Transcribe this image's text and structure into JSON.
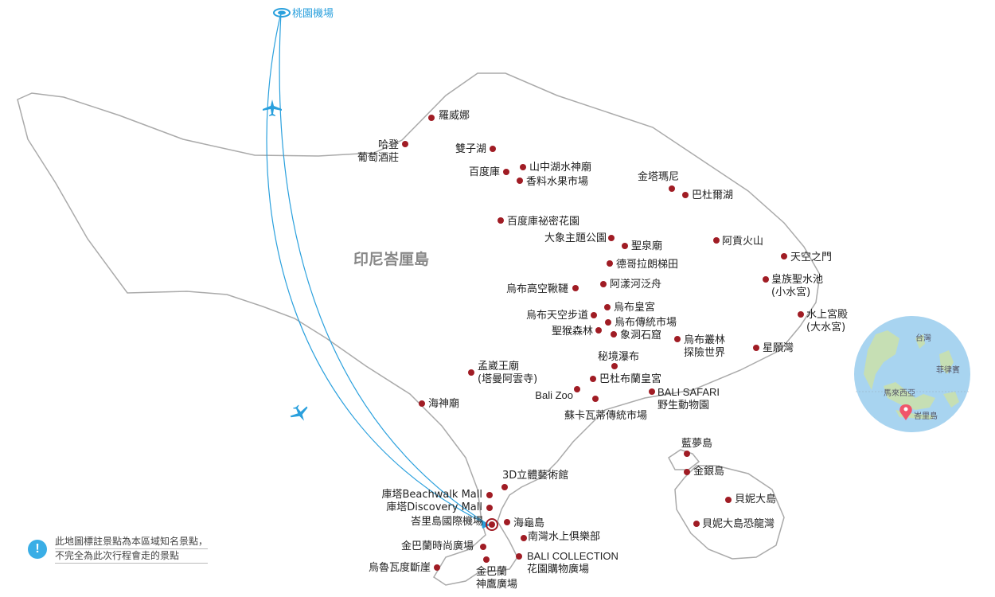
{
  "map": {
    "region_title": "印尼峇厘島",
    "origin_airport": "桃園機場",
    "places": [
      {
        "id": "luowei",
        "lines": [
          "羅威娜"
        ]
      },
      {
        "id": "hadeng",
        "lines": [
          "哈登",
          "葡萄酒莊"
        ]
      },
      {
        "id": "shuangzi",
        "lines": [
          "雙子湖"
        ]
      },
      {
        "id": "baiduku",
        "lines": [
          "百度庫"
        ]
      },
      {
        "id": "shanzhong",
        "lines": [
          "山中湖水神廟"
        ]
      },
      {
        "id": "xiangliao",
        "lines": [
          "香料水果市場"
        ]
      },
      {
        "id": "jinta",
        "lines": [
          "金塔瑪尼"
        ]
      },
      {
        "id": "baduer",
        "lines": [
          "巴杜爾湖"
        ]
      },
      {
        "id": "mimi",
        "lines": [
          "百度庫祕密花園"
        ]
      },
      {
        "id": "daxiang",
        "lines": [
          "大象主題公園"
        ]
      },
      {
        "id": "shengquan",
        "lines": [
          "聖泉廟"
        ]
      },
      {
        "id": "agong",
        "lines": [
          "阿貢火山"
        ]
      },
      {
        "id": "tiankong",
        "lines": [
          "天空之門"
        ]
      },
      {
        "id": "tigelang",
        "lines": [
          "德哥拉朗梯田"
        ]
      },
      {
        "id": "huangzu",
        "lines": [
          "皇族聖水池",
          "(小水宮)"
        ]
      },
      {
        "id": "gaokong",
        "lines": [
          "烏布高空鞦韆"
        ]
      },
      {
        "id": "ayanghe",
        "lines": [
          "阿漾河泛舟"
        ]
      },
      {
        "id": "huanggong",
        "lines": [
          "烏布皇宮"
        ]
      },
      {
        "id": "tiankongbu",
        "lines": [
          "烏布天空步道"
        ]
      },
      {
        "id": "chuantong",
        "lines": [
          "烏布傳統市場"
        ]
      },
      {
        "id": "shuishang",
        "lines": [
          "水上宮殿",
          "(大水宮)"
        ]
      },
      {
        "id": "shenghou",
        "lines": [
          "聖猴森林"
        ]
      },
      {
        "id": "xiangdong",
        "lines": [
          "象洞石窟"
        ]
      },
      {
        "id": "conglin",
        "lines": [
          "烏布叢林",
          "探險世界"
        ]
      },
      {
        "id": "xingyuan",
        "lines": [
          "星願灣"
        ]
      },
      {
        "id": "mijing",
        "lines": [
          "秘境瀑布"
        ]
      },
      {
        "id": "mengsui",
        "lines": [
          "孟崴王廟",
          "(塔曼阿雲寺)"
        ]
      },
      {
        "id": "badubulan",
        "lines": [
          "巴杜布蘭皇宮"
        ]
      },
      {
        "id": "balizoo",
        "lines": [
          "Bali Zoo"
        ]
      },
      {
        "id": "safari",
        "lines": [
          "BALI SAFARI",
          "野生動物園"
        ]
      },
      {
        "id": "sukawati",
        "lines": [
          "蘇卡瓦蒂傳統市場"
        ]
      },
      {
        "id": "haishen",
        "lines": [
          "海神廟"
        ]
      },
      {
        "id": "lanmeng",
        "lines": [
          "藍夢島"
        ]
      },
      {
        "id": "jinyin",
        "lines": [
          "金銀島"
        ]
      },
      {
        "id": "beini",
        "lines": [
          "貝妮大島"
        ]
      },
      {
        "id": "beinilong",
        "lines": [
          "貝妮大島恐龍灣"
        ]
      },
      {
        "id": "art3d",
        "lines": [
          "3D立體藝術館"
        ]
      },
      {
        "id": "beachwalk",
        "lines": [
          "庫塔Beachwalk Mall"
        ]
      },
      {
        "id": "discovery",
        "lines": [
          "庫塔Discovery Mall"
        ]
      },
      {
        "id": "airport",
        "lines": [
          "峇里島國際機場"
        ]
      },
      {
        "id": "haigui",
        "lines": [
          "海龜島"
        ]
      },
      {
        "id": "nanwan",
        "lines": [
          "南灣水上俱樂部"
        ]
      },
      {
        "id": "jinbalan_shishang",
        "lines": [
          "金巴蘭時尚廣場"
        ]
      },
      {
        "id": "collection",
        "lines": [
          "BALI COLLECTION",
          "花園購物廣場"
        ]
      },
      {
        "id": "wulu",
        "lines": [
          "烏魯瓦度斷崖"
        ]
      },
      {
        "id": "jinbalan_shenying",
        "lines": [
          "金巴蘭",
          "神鷹廣場"
        ]
      }
    ]
  },
  "inset": {
    "labels": {
      "taiwan": "台灣",
      "philippines": "菲律賓",
      "malaysia": "馬來西亞",
      "bali": "峇里島"
    }
  },
  "note": {
    "line1": "此地圖標註景點為本區域知名景點，",
    "line2": "不完全為此次行程會走的景點"
  },
  "colors": {
    "dot": "#a01c24",
    "route": "#2aa0dd",
    "coast": "#aaaaaa",
    "inset_sea": "#a8d4f0",
    "inset_land": "#c6dfb4",
    "pin": "#f0556a"
  }
}
